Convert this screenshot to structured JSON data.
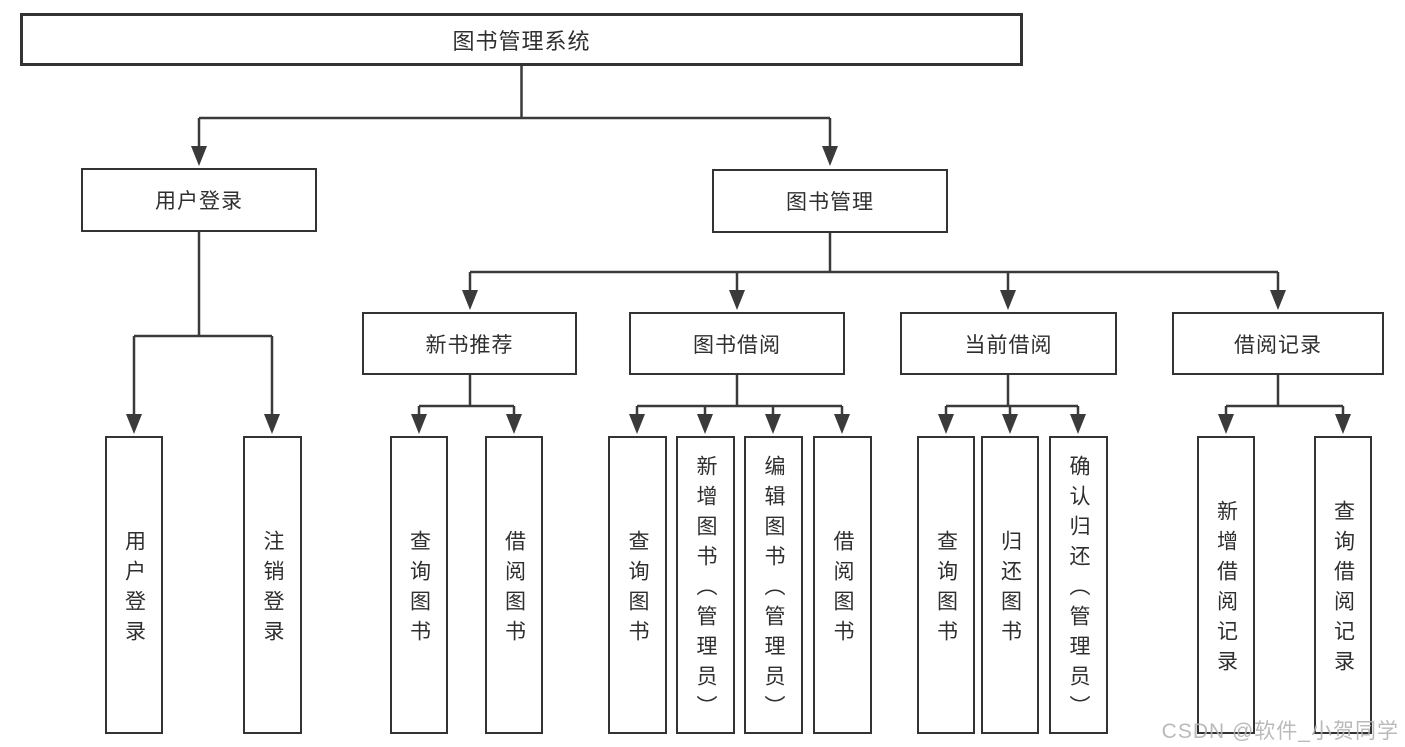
{
  "diagram": {
    "title": "图书管理系统",
    "root": {
      "label": "图书管理系统"
    },
    "level2": {
      "user_login": {
        "label": "用户登录"
      },
      "book_management": {
        "label": "图书管理"
      }
    },
    "level3": {
      "new_book_recommend": {
        "label": "新书推荐"
      },
      "book_borrow": {
        "label": "图书借阅"
      },
      "current_borrow": {
        "label": "当前借阅"
      },
      "borrow_records": {
        "label": "借阅记录"
      }
    },
    "leaves": {
      "user_login": [
        "用户登录",
        "注销登录"
      ],
      "new_book_recommend": [
        "查询图书",
        "借阅图书"
      ],
      "book_borrow": [
        "查询图书",
        "新增图书（管理员）",
        "编辑图书（管理员）",
        "借阅图书"
      ],
      "current_borrow": [
        "查询图书",
        "归还图书",
        "确认归还（管理员）"
      ],
      "borrow_records": [
        "新增借阅记录",
        "查询借阅记录"
      ]
    }
  },
  "watermark": {
    "text": "CSDN @软件_小贺同学",
    "color": "#b2b2b2"
  },
  "colors": {
    "background": "#ffffff",
    "line": "#3a3a3a",
    "border": "#333333",
    "text": "#2f2f2f"
  }
}
